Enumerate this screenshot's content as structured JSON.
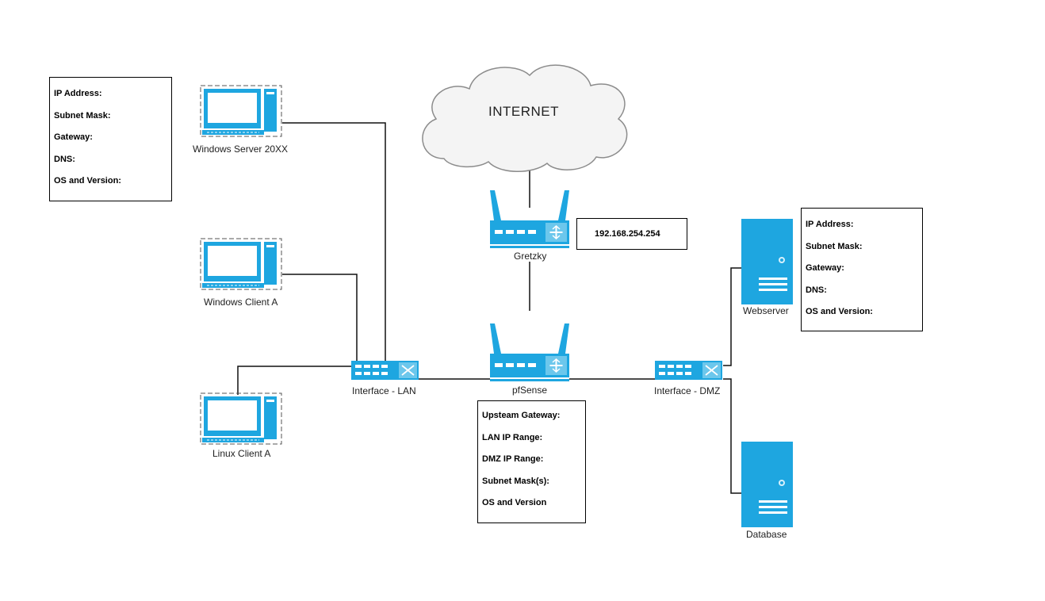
{
  "internet": {
    "label": "INTERNET"
  },
  "devices": {
    "windows_server": "Windows Server 20XX",
    "windows_client": "Windows Client A",
    "linux_client": "Linux Client A",
    "gretzky": "Gretzky",
    "pfsense": "pfSense",
    "lan_switch": "Interface - LAN",
    "dmz_switch": "Interface - DMZ",
    "webserver": "Webserver",
    "database": "Database"
  },
  "gretzky_ip": "192.168.254.254",
  "windows_server_info": [
    "IP Address:",
    "Subnet Mask:",
    "Gateway:",
    "DNS:",
    "OS and Version:"
  ],
  "webserver_info": [
    "IP Address:",
    "Subnet Mask:",
    "Gateway:",
    "DNS:",
    "OS and Version:"
  ],
  "pfsense_info": [
    "Upsteam Gateway:",
    "LAN IP Range:",
    "DMZ IP Range:",
    "Subnet Mask(s):",
    "OS and Version"
  ],
  "colors": {
    "device": "#1ea6e0",
    "device_dark": "#0f7fb3",
    "line": "#000000",
    "cloud_stroke": "#8c8c8c"
  }
}
